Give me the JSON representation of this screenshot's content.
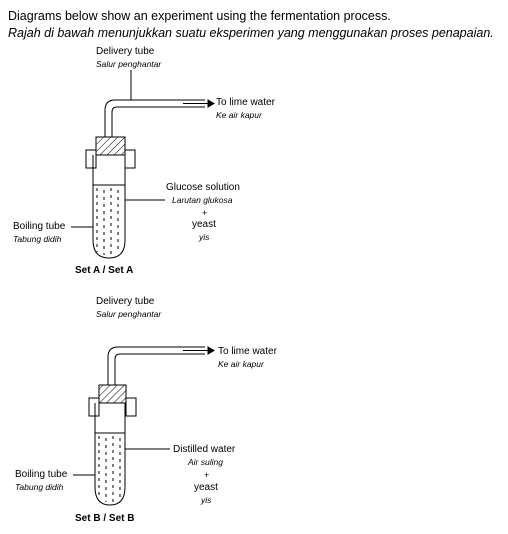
{
  "intro": {
    "line_en": "Diagrams below show an experiment using the fermentation process.",
    "line_ms": "Rajah di bawah menunjukkan suatu eksperimen yang menggunakan proses penapaian."
  },
  "setA": {
    "delivery_tube": "Delivery tube",
    "delivery_tube_ms": "Salur penghantar",
    "lime_water": "To lime water",
    "lime_water_ms": "Ke air kapur",
    "solution": "Glucose solution",
    "solution_ms": "Larutan glukosa",
    "plus": "+",
    "yeast": "yeast",
    "yeast_ms": "yis",
    "boiling_tube": "Boiling tube",
    "boiling_tube_ms": "Tabung didih",
    "caption": "Set A / Set A"
  },
  "setB": {
    "delivery_tube": "Delivery tube",
    "delivery_tube_ms": "Salur penghantar",
    "lime_water": "To lime water",
    "lime_water_ms": "Ke air kapur",
    "solution": "Distilled water",
    "solution_ms": "Air suling",
    "plus": "+",
    "yeast": "yeast",
    "yeast_ms": "yis",
    "boiling_tube": "Boiling tube",
    "boiling_tube_ms": "Tabung didih",
    "caption": "Set B / Set B"
  }
}
